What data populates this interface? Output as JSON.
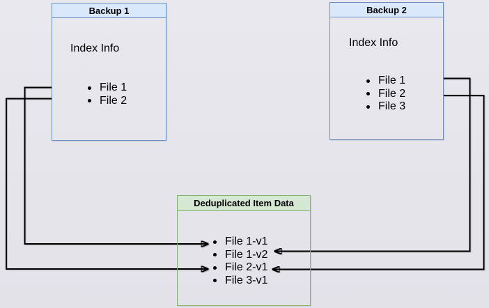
{
  "backup1": {
    "title": "Backup 1",
    "section_label": "Index Info",
    "files": [
      "File 1",
      "File 2"
    ]
  },
  "backup2": {
    "title": "Backup 2",
    "section_label": "Index Info",
    "files": [
      "File 1",
      "File 2",
      "File 3"
    ]
  },
  "dedup": {
    "title": "Deduplicated Item Data",
    "items": [
      "File 1-v1",
      "File 1-v2",
      "File 2-v1",
      "File 3-v1"
    ]
  },
  "connections": [
    {
      "from": "Backup 1 / File 1",
      "to": "File 1-v1",
      "route": "left"
    },
    {
      "from": "Backup 1 / File 2",
      "to": "File 2-v1",
      "route": "left"
    },
    {
      "from": "Backup 2 / File 1",
      "to": "File 1-v2",
      "route": "right"
    },
    {
      "from": "Backup 2 / File 2",
      "to": "File 2-v1",
      "route": "right"
    }
  ],
  "colors": {
    "blue_header_fill": "#dae8fc",
    "blue_border": "#6c8ebf",
    "green_header_fill": "#d5e8d4",
    "green_border": "#82b366",
    "connector": "#000000",
    "background": "#e5e4e9"
  }
}
